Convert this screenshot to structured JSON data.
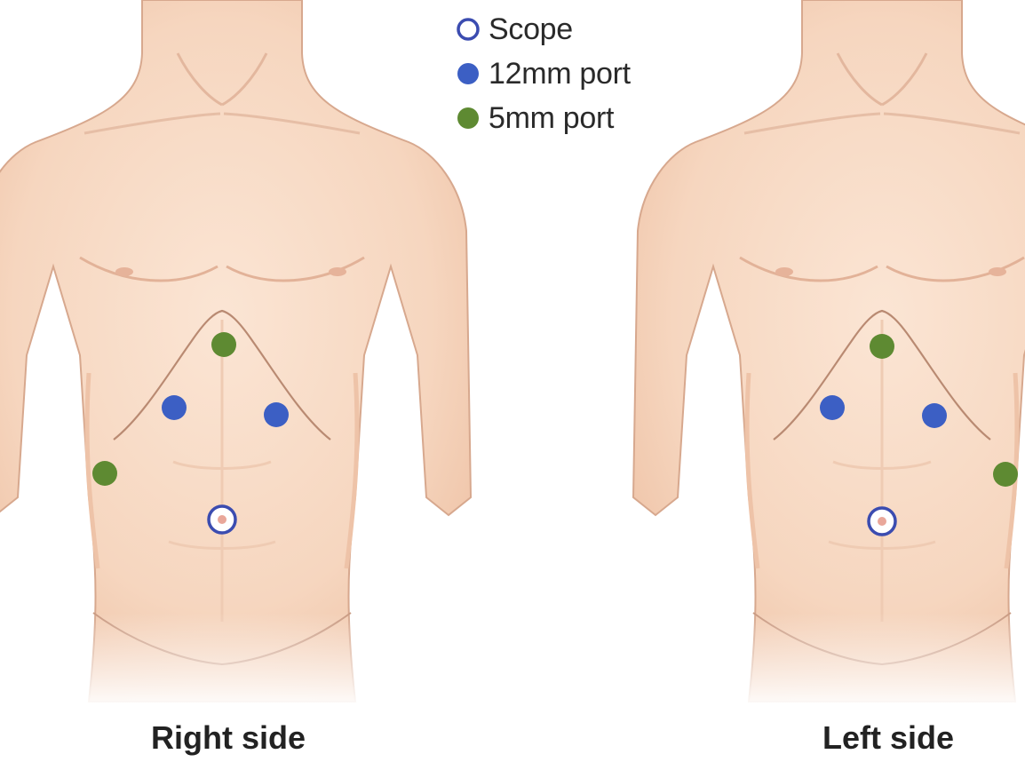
{
  "legend": {
    "items": [
      {
        "label": "Scope",
        "marker": "scope-ring",
        "color": "#3b4cb0"
      },
      {
        "label": "12mm port",
        "marker": "filled-dot",
        "color": "#3c5fc4"
      },
      {
        "label": "5mm port",
        "marker": "filled-dot",
        "color": "#5e8a32"
      }
    ]
  },
  "captions": {
    "right": "Right side",
    "left": "Left side"
  },
  "colors": {
    "skin": "#f8dcc6",
    "skin_shadow": "#eebfa3",
    "skin_line": "#b98a72",
    "port_12mm": "#3c5fc4",
    "port_5mm": "#5e8a32",
    "scope_ring": "#3b4cb0",
    "scope_center": "#e9a79a"
  }
}
